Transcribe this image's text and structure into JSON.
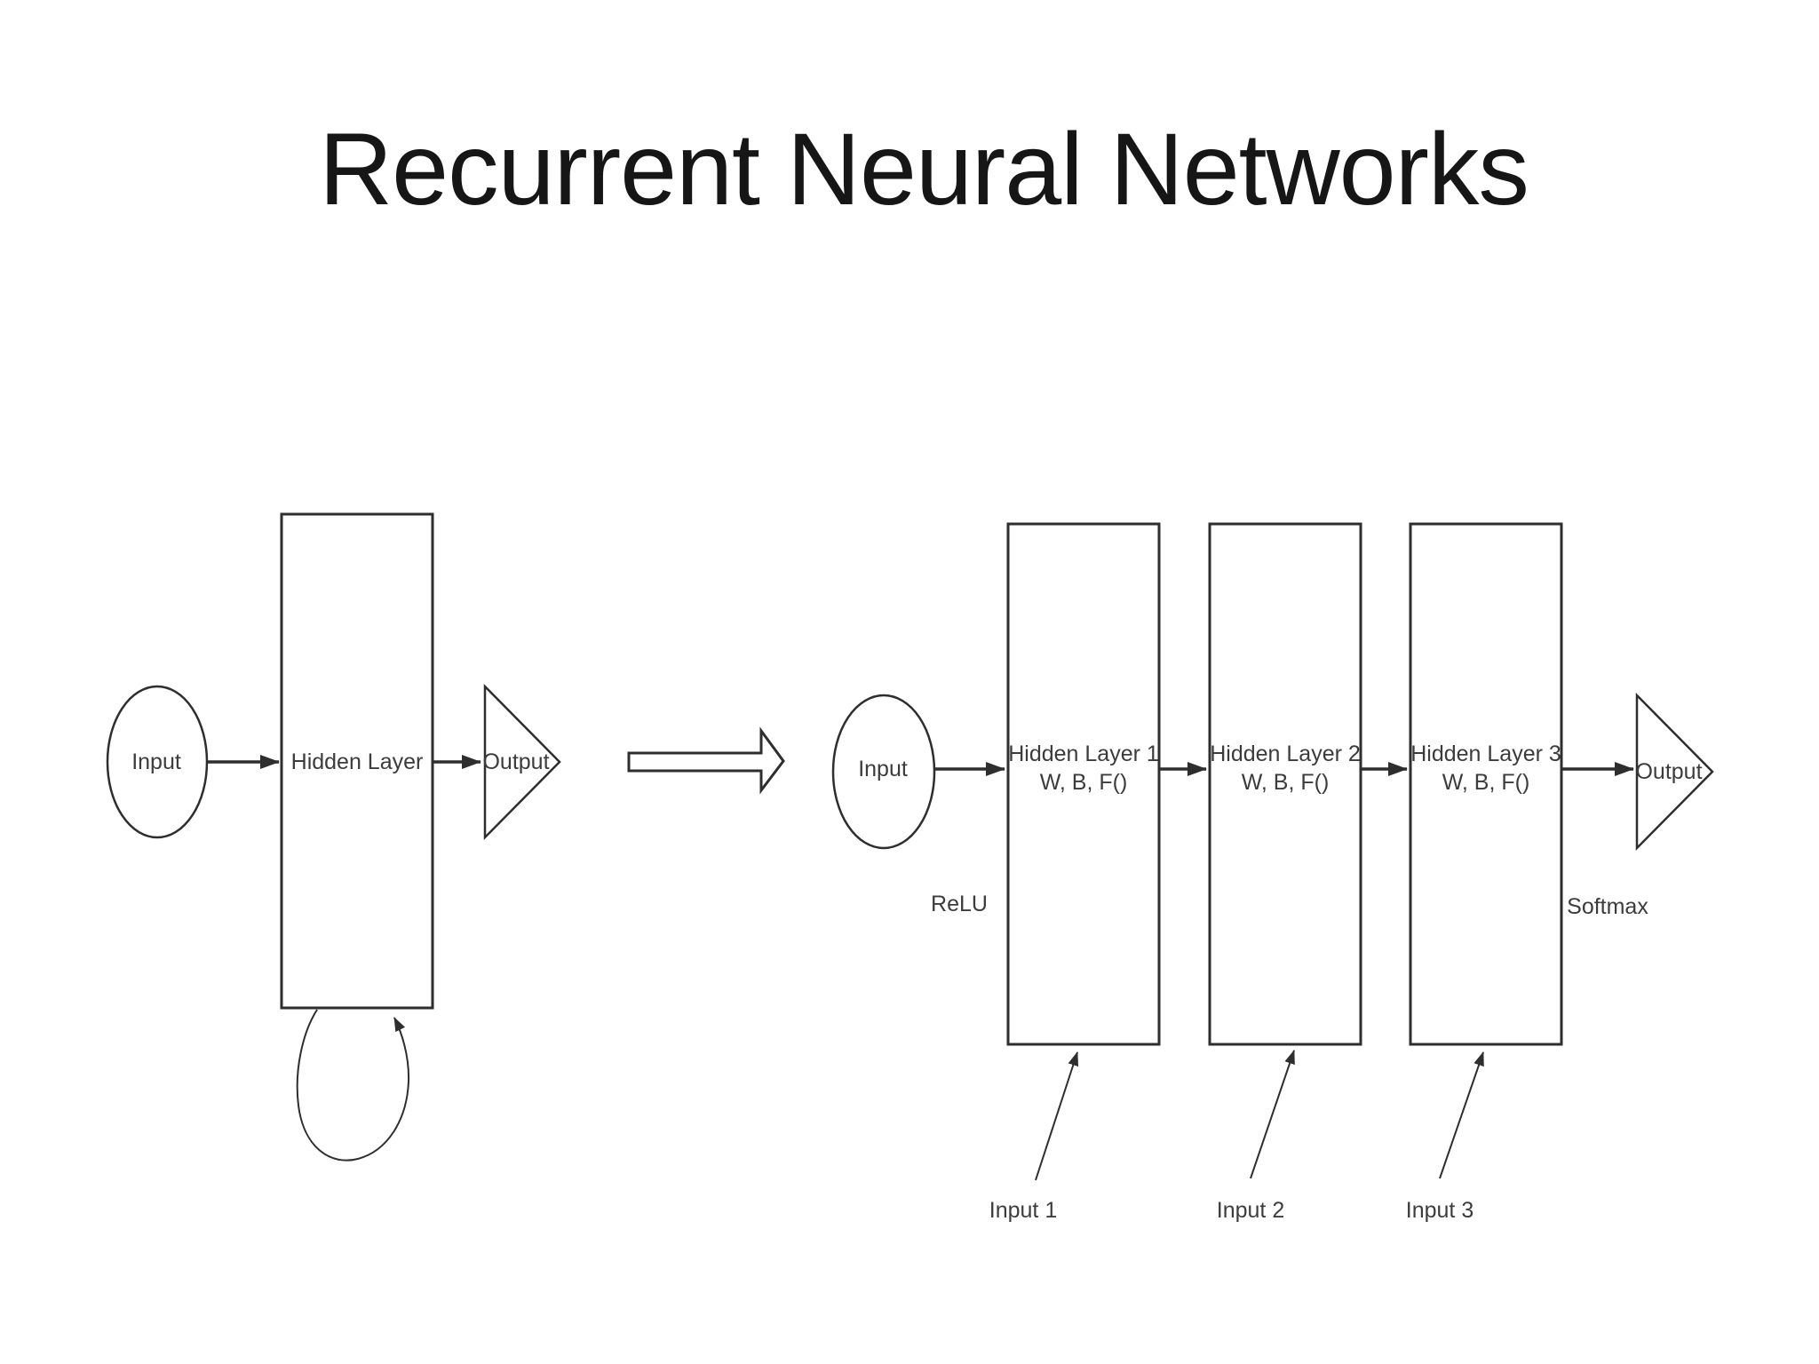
{
  "slide": {
    "title": "Recurrent Neural Networks"
  },
  "left_diagram": {
    "input": "Input",
    "hidden": "Hidden Layer",
    "output": "Output"
  },
  "right_diagram": {
    "input": "Input",
    "activation_in": "ReLU",
    "activation_out": "Softmax",
    "output": "Output",
    "layers": [
      {
        "name": "Hidden Layer 1",
        "params": "W, B, F()",
        "input": "Input 1"
      },
      {
        "name": "Hidden Layer 2",
        "params": "W, B, F()",
        "input": "Input 2"
      },
      {
        "name": "Hidden Layer 3",
        "params": "W, B, F()",
        "input": "Input 3"
      }
    ]
  },
  "colors": {
    "ink": "#2e2e2e",
    "label": "#3c3c3c",
    "title": "#161616",
    "background": "#ffffff"
  }
}
